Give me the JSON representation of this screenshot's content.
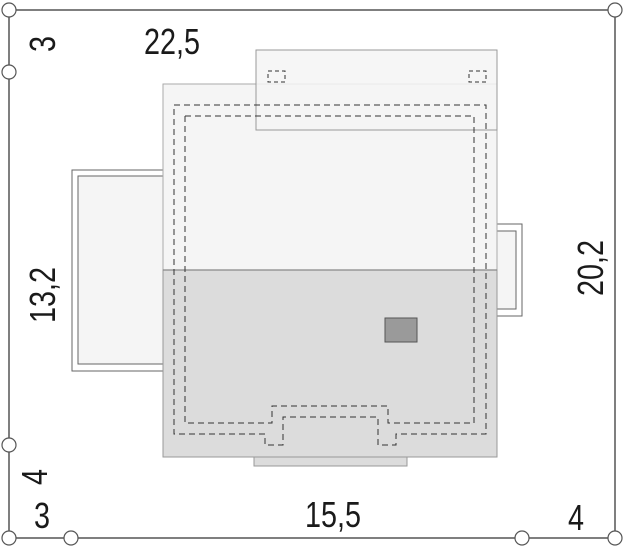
{
  "plot": {
    "dimensions": {
      "top_setback": "3",
      "plot_width_top": "22,5",
      "left_depth": "13,2",
      "right_depth": "20,2",
      "bottom_left_setback_vertical": "4",
      "bottom_left_setback": "3",
      "plot_width_bottom": "15,5",
      "bottom_right_setback": "4"
    },
    "colors": {
      "roof_light": "#f5f5f5",
      "roof_dark": "#dcdcdc",
      "chimney": "#9a9a9a",
      "outline": "#8a8a8a"
    }
  }
}
